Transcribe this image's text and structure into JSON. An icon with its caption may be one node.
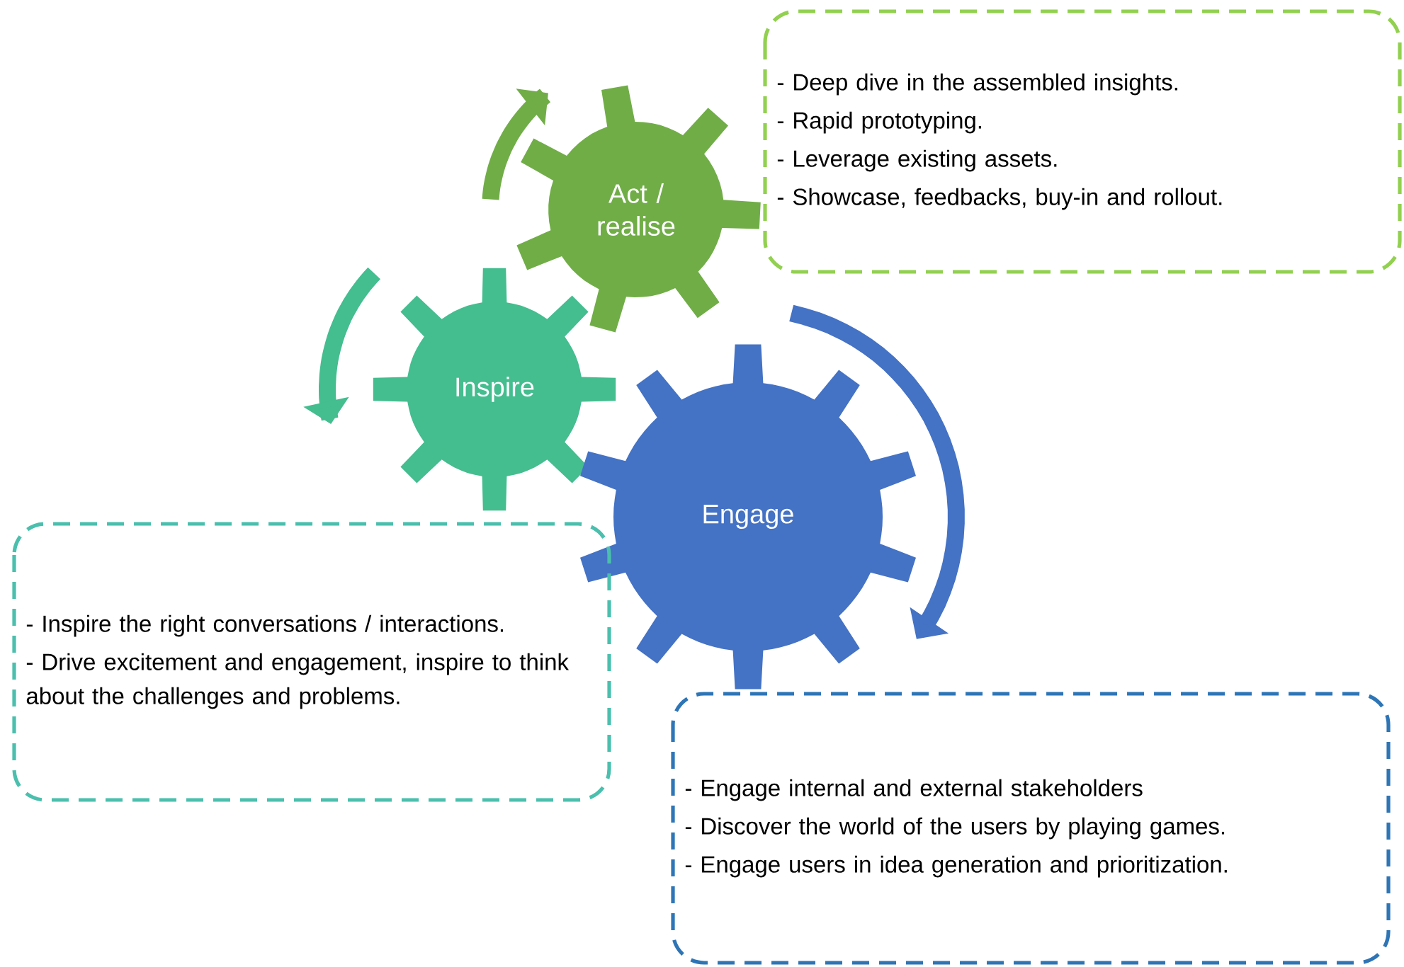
{
  "diagram": {
    "nodes": [
      {
        "text": [
          "Act / realise"
        ]
      },
      {
        "text": [
          "Inspire"
        ]
      },
      {
        "text": [
          "Engage"
        ]
      },
      {
        "text": [
          "- Deep dive in the assembled insights.",
          "- Rapid prototyping.",
          "- Leverage existing assets.",
          "- Showcase, feedbacks, buy-in and rollout."
        ]
      },
      {
        "text": [
          "- Inspire the right conversations / interactions.",
          "- Drive excitement and engagement, inspire to think about the challenges and problems."
        ]
      },
      {
        "text": [
          "- Engage internal and external stakeholders",
          "- Discover the world of the users by playing games.",
          "- Engage users in idea generation and prioritization."
        ]
      }
    ]
  }
}
